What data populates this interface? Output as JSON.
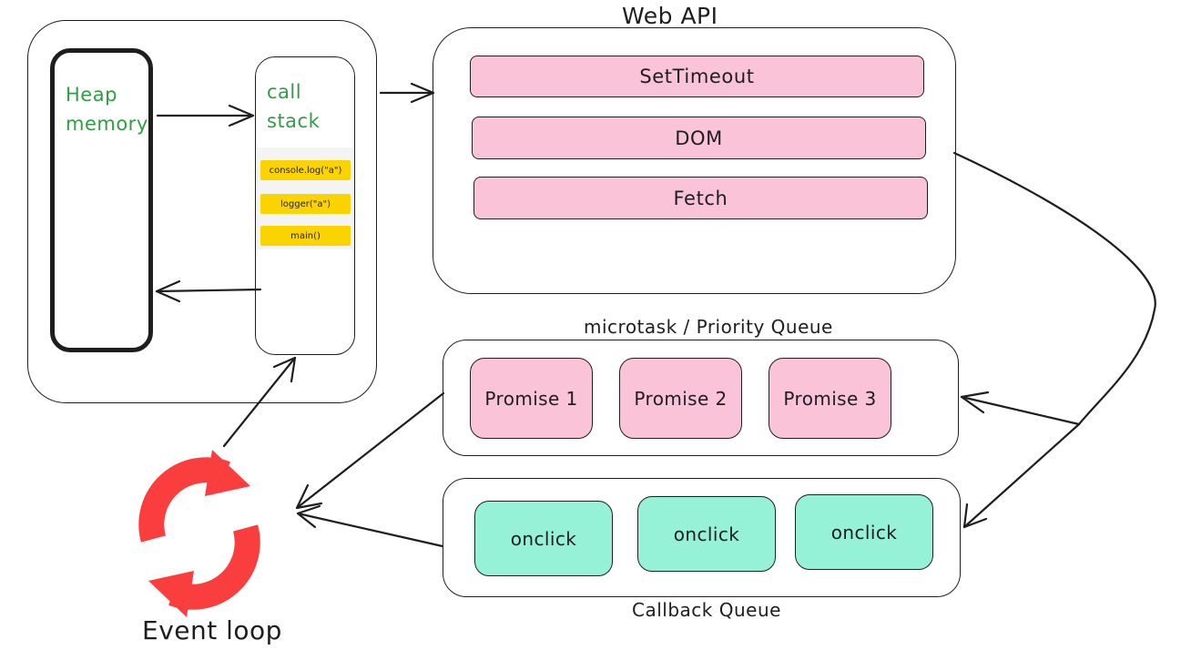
{
  "runtime": {
    "heap_label": "Heap\nmemory",
    "stack_label": "call\nstack",
    "frames": [
      "console.log(\"a\")",
      "logger(\"a\")",
      "main()"
    ]
  },
  "web_api": {
    "title": "Web API",
    "items": [
      "SetTimeout",
      "DOM",
      "Fetch"
    ]
  },
  "microtask": {
    "title": "microtask / Priority Queue",
    "items": [
      "Promise 1",
      "Promise 2",
      "Promise 3"
    ]
  },
  "callback": {
    "title": "Callback Queue",
    "items": [
      "onclick",
      "onclick",
      "onclick"
    ]
  },
  "event_loop": {
    "label": "Event loop",
    "color": "#fa3e3e"
  },
  "colors": {
    "frame": "#fbd400",
    "pink": "#fbc3d8",
    "teal": "#96f2d7",
    "label_green": "#2f9e44"
  }
}
